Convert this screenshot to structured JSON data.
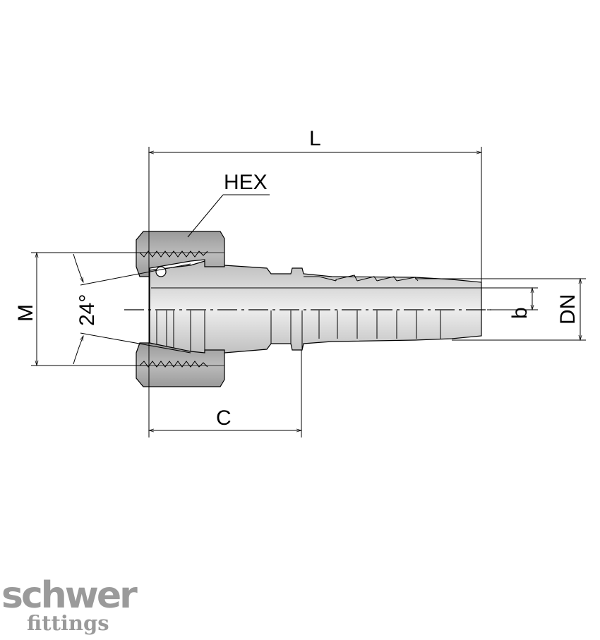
{
  "labels": {
    "length": "L",
    "hex": "HEX",
    "thread": "M",
    "angle": "24°",
    "c_dim": "C",
    "bore": "b",
    "nominal_diameter": "DN"
  },
  "brand": {
    "name": "schwer",
    "sub": "fittings",
    "color": "#9a9a9a"
  },
  "colors": {
    "nut": "#a6a6a6",
    "body": "#d8d8d8",
    "line": "#000000"
  }
}
